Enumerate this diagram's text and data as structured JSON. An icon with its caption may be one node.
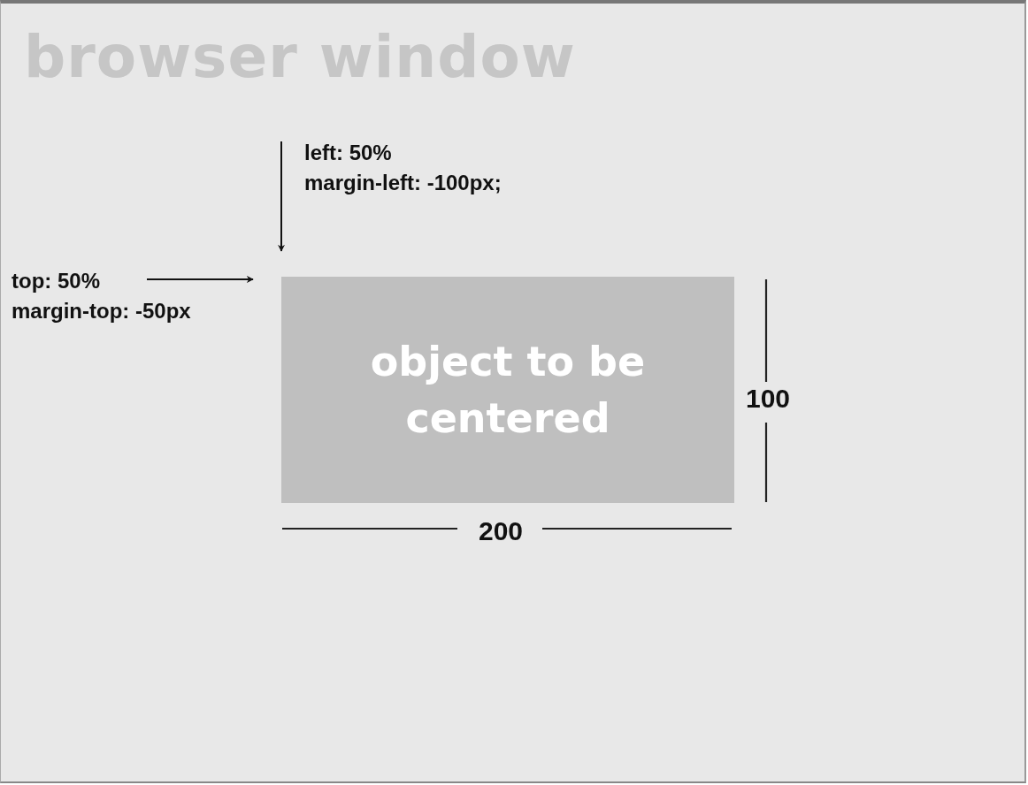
{
  "diagram": {
    "nodes": [
      {
        "text": [
          "browser window"
        ]
      },
      {
        "text": [
          "object to be centered"
        ],
        "in": 0
      }
    ],
    "labels": [
      "left: 50% margin-left: -100px;",
      "top: 50% margin-top: -50px",
      "100",
      "200"
    ]
  }
}
